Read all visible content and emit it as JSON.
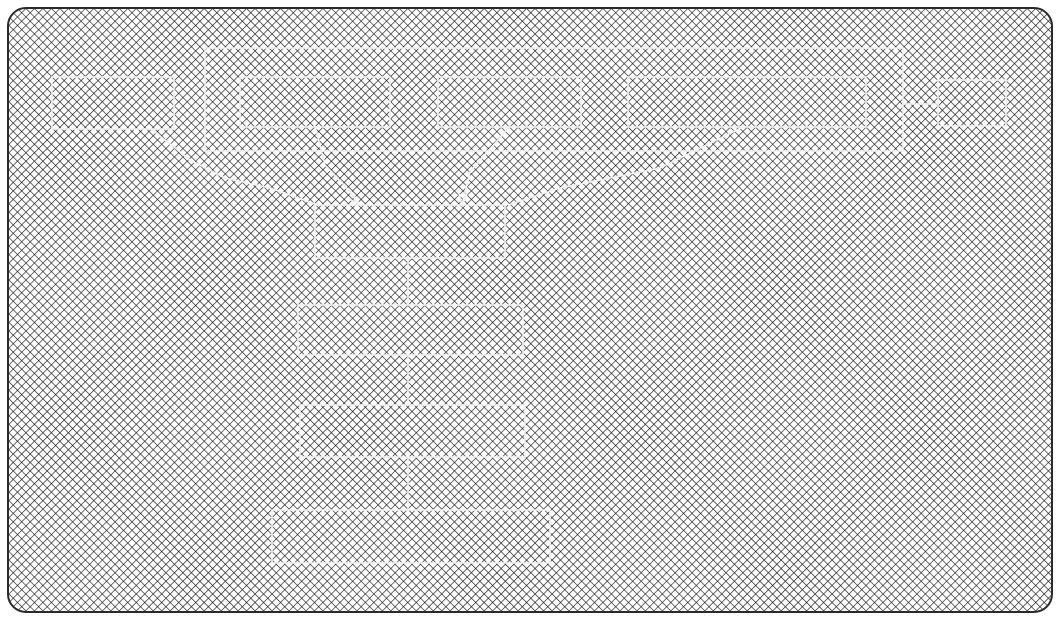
{
  "diagram": {
    "group_label": "",
    "nodes": [
      {
        "id": "source_left",
        "label": ""
      },
      {
        "id": "source_2",
        "label": ""
      },
      {
        "id": "source_3",
        "label": ""
      },
      {
        "id": "source_4",
        "label": ""
      },
      {
        "id": "source_right",
        "label": ""
      },
      {
        "id": "step_1",
        "label": ""
      },
      {
        "id": "step_2",
        "label": ""
      },
      {
        "id": "step_3",
        "label": ""
      },
      {
        "id": "step_4",
        "label": ""
      }
    ]
  },
  "colors": {
    "hatch_dark": "#1a1a1a",
    "hatch_light": "#ffffff",
    "lines": "#f2f2f2",
    "frame_border": "#2a2a2a"
  }
}
